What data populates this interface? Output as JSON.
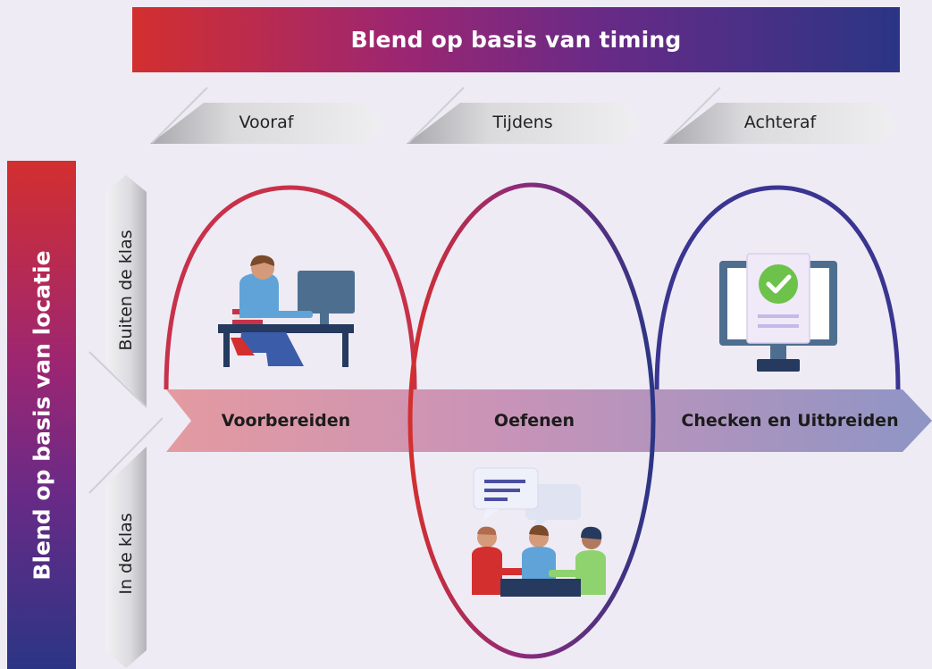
{
  "top_banner": {
    "title": "Blend op basis van timing"
  },
  "left_banner": {
    "title": "Blend op basis van locatie"
  },
  "timing": [
    "Vooraf",
    "Tijdens",
    "Achteraf"
  ],
  "location": {
    "outside": "Buiten de klas",
    "inside": "In de klas"
  },
  "phases": [
    "Voorbereiden",
    "Oefenen",
    "Checken en Uitbreiden"
  ],
  "colors": {
    "red": "#d32f2f",
    "purple": "#7a2a86",
    "navy": "#2b3585",
    "background": "#eeebf5"
  },
  "icons": {
    "outside": "person-at-computer-icon",
    "check": "monitor-checklist-icon",
    "group": "group-discussion-icon"
  }
}
